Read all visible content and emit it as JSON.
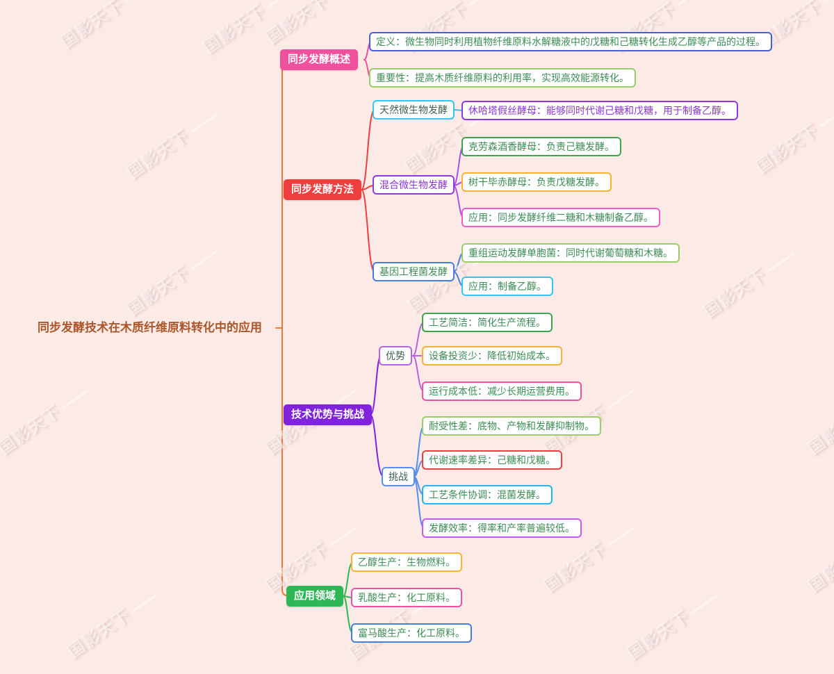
{
  "root": {
    "label": "同步发酵技术在木质纤维原料转化中的应用"
  },
  "watermark": {
    "text": "国影天下"
  },
  "palette": {
    "background": "#FCEAE6",
    "trunk_line": "#E87A3E",
    "root_text": "#A9572B",
    "leaf_text_green": "#3D8C55",
    "leaf_text_purple": "#8B35D6",
    "branch_overview": "#F0519E",
    "branch_methods": "#EF3E3E",
    "branch_advantages_challenges": "#8023DD",
    "branch_applications": "#2FB755"
  },
  "branches": [
    {
      "label": "同步发酵概述",
      "leaves": [
        {
          "text": "定义：微生物同时利用植物纤维原料水解糖液中的戊糖和己糖转化生成乙醇等产品的过程。"
        },
        {
          "text": "重要性：提高木质纤维原料的利用率，实现高效能源转化。"
        }
      ]
    },
    {
      "label": "同步发酵方法",
      "groups": [
        {
          "label": "天然微生物发酵",
          "leaves": [
            {
              "text": "休哈塔假丝酵母：能够同时代谢己糖和戊糖，用于制备乙醇。"
            }
          ]
        },
        {
          "label": "混合微生物发酵",
          "leaves": [
            {
              "text": "克劳森酒香酵母：负责己糖发酵。"
            },
            {
              "text": "树干毕赤酵母：负责戊糖发酵。"
            },
            {
              "text": "应用：同步发酵纤维二糖和木糖制备乙醇。"
            }
          ]
        },
        {
          "label": "基因工程菌发酵",
          "leaves": [
            {
              "text": "重组运动发酵单胞菌：同时代谢葡萄糖和木糖。"
            },
            {
              "text": "应用：制备乙醇。"
            }
          ]
        }
      ]
    },
    {
      "label": "技术优势与挑战",
      "groups": [
        {
          "label": "优势",
          "leaves": [
            {
              "text": "工艺简洁：简化生产流程。"
            },
            {
              "text": "设备投资少：降低初始成本。"
            },
            {
              "text": "运行成本低：减少长期运营费用。"
            }
          ]
        },
        {
          "label": "挑战",
          "leaves": [
            {
              "text": "耐受性差：底物、产物和发酵抑制物。"
            },
            {
              "text": "代谢速率差异：己糖和戊糖。"
            },
            {
              "text": "工艺条件协调：混菌发酵。"
            },
            {
              "text": "发酵效率：得率和产率普遍较低。"
            }
          ]
        }
      ]
    },
    {
      "label": "应用领域",
      "leaves": [
        {
          "text": "乙醇生产：生物燃料。"
        },
        {
          "text": "乳酸生产：化工原料。"
        },
        {
          "text": "富马酸生产：化工原料。"
        }
      ]
    }
  ]
}
